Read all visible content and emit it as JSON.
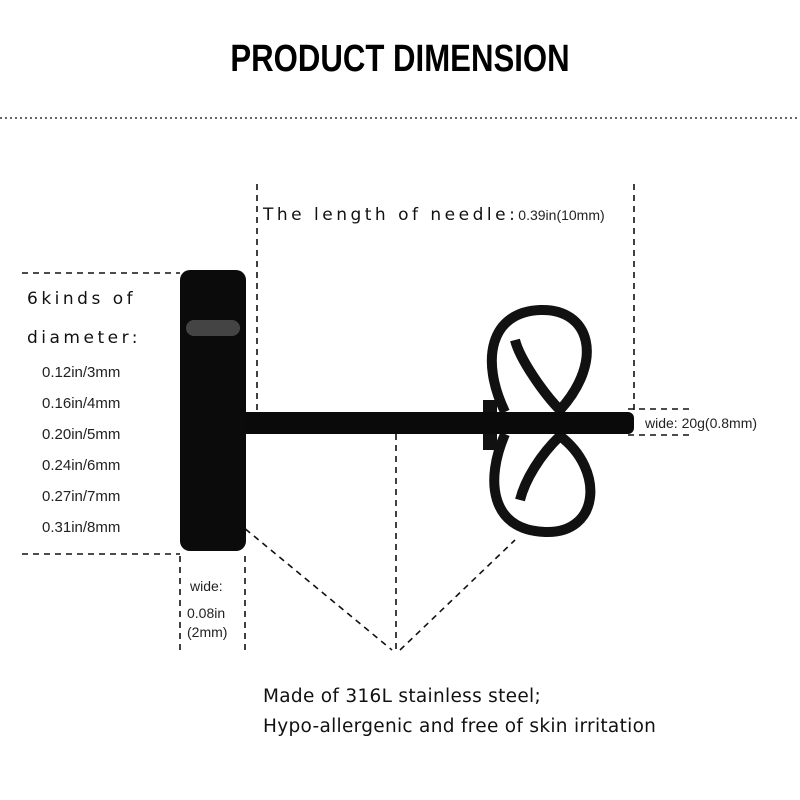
{
  "title": "PRODUCT DIMENSION",
  "needle": {
    "label": "The length of needle:",
    "value": "0.39in(10mm)"
  },
  "diameter": {
    "label_line1": "6kinds of",
    "label_line2": "diameter:",
    "options": [
      "0.12in/3mm",
      "0.16in/4mm",
      "0.20in/5mm",
      "0.24in/6mm",
      "0.27in/7mm",
      "0.31in/8mm"
    ]
  },
  "stud_width": {
    "label": "wide:",
    "value_in": "0.08in",
    "value_mm": "(2mm)"
  },
  "pin_width": {
    "label": "wide:",
    "value": "20g(0.8mm)"
  },
  "material": {
    "line1": "Made of 316L stainless steel;",
    "line2": "Hypo-allergenic and free of skin irritation"
  }
}
